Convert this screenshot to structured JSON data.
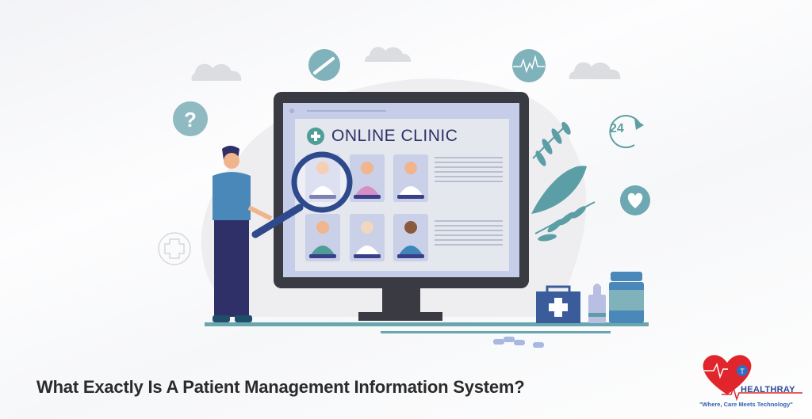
{
  "banner": {
    "title": "What Exactly Is A Patient Management Information System?",
    "illustration": {
      "screen_heading": "ONLINE CLINIC",
      "screen_icon": "plus-circle-icon",
      "doctor_cards": 6,
      "floating_icons": [
        "question-icon",
        "syringe-icon",
        "heartbeat-icon",
        "24-hour-icon",
        "heart-icon",
        "medical-cross-icon"
      ],
      "badge_24": "24"
    }
  },
  "logo": {
    "brand": "HEALTHRAY",
    "tagline": "\"Where, Care Meets Technology\""
  },
  "colors": {
    "monitor": "#3a3b42",
    "screen": "#c5cde8",
    "teal": "#5c9ea5",
    "navy": "#2f3068",
    "logo_red": "#e0262c",
    "logo_blue": "#2e4b95"
  }
}
